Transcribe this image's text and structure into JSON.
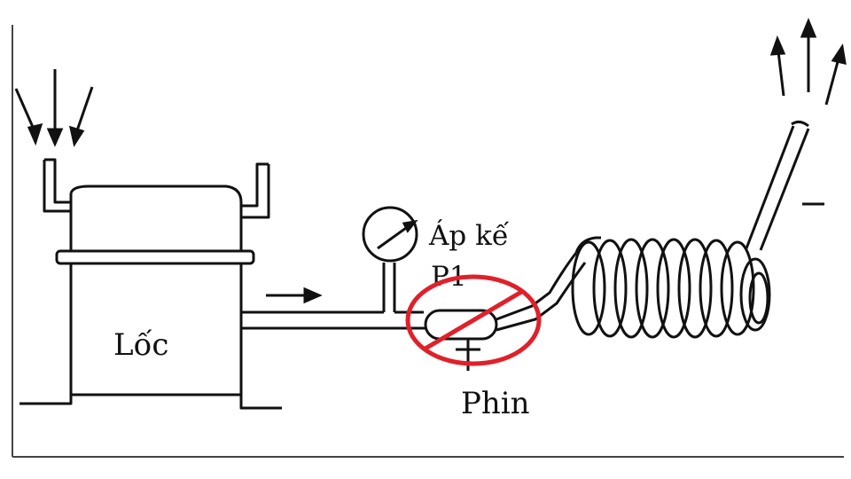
{
  "diagram": {
    "labels": {
      "compressor": "Lốc",
      "gauge": "Áp kế",
      "gauge_id": "P1",
      "filter": "Phin"
    },
    "colors": {
      "ink": "#111111",
      "prohibition": "#e0202a",
      "frame": "#444444"
    }
  }
}
